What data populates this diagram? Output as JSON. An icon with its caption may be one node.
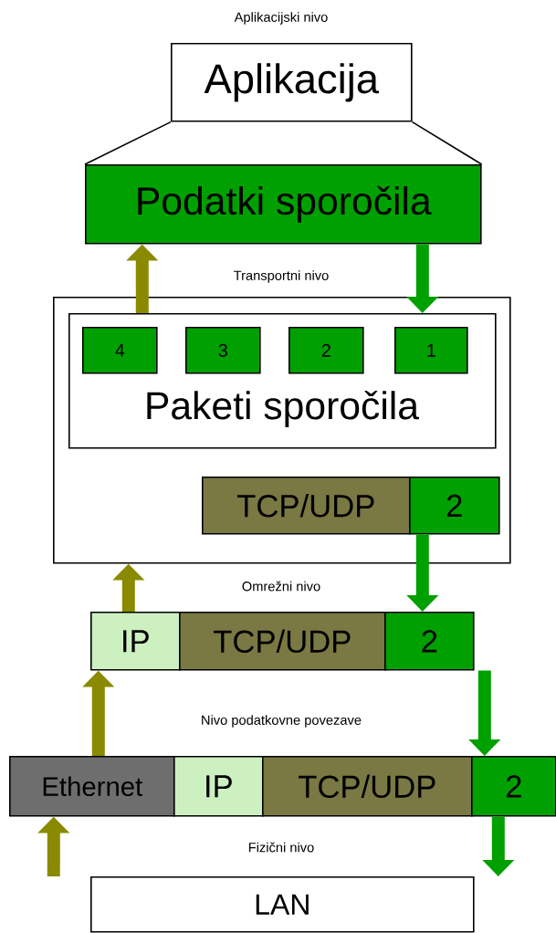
{
  "diagram": {
    "nodes": [
      {
        "text": [
          "Aplikacija"
        ]
      },
      {
        "text": [
          "Podatki sporočila"
        ]
      },
      {
        "text": [],
        "shape": "box"
      },
      {
        "text": [
          "Paketi sporočila"
        ],
        "in": 2
      },
      {
        "text": [
          "4"
        ],
        "in": 3
      },
      {
        "text": [
          "3"
        ],
        "in": 3
      },
      {
        "text": [
          "2"
        ],
        "in": 3
      },
      {
        "text": [
          "1"
        ],
        "in": 3
      },
      {
        "text": [
          "TCP/UDP"
        ],
        "in": 2
      },
      {
        "text": [
          "2"
        ],
        "in": 2
      },
      {
        "text": [
          "IP"
        ]
      },
      {
        "text": [
          "TCP/UDP"
        ]
      },
      {
        "text": [
          "2"
        ]
      },
      {
        "text": [
          "Ethernet"
        ]
      },
      {
        "text": [
          "IP"
        ]
      },
      {
        "text": [
          "TCP/UDP"
        ]
      },
      {
        "text": [
          "2"
        ]
      },
      {
        "text": [
          "LAN"
        ]
      }
    ],
    "edges": [
      {
        "from": 0,
        "to": 1,
        "arrow": "none",
        "color": "#000000"
      },
      {
        "from": 0,
        "to": 1,
        "arrow": "none",
        "color": "#000000"
      },
      {
        "from": 3,
        "to": 1,
        "arrow": "to",
        "color": "#8a8a00"
      },
      {
        "from": 1,
        "to": 3,
        "arrow": "to",
        "color": "#00a000"
      },
      {
        "from": 10,
        "to": 2,
        "arrow": "to",
        "color": "#8a8a00"
      },
      {
        "from": 9,
        "to": 12,
        "arrow": "to",
        "color": "#00a000"
      },
      {
        "from": 13,
        "to": 10,
        "arrow": "to",
        "color": "#8a8a00"
      },
      {
        "from": 12,
        "to": 16,
        "arrow": "to",
        "color": "#00a000"
      },
      {
        "from": 17,
        "to": 13,
        "arrow": "to",
        "color": "#8a8a00"
      },
      {
        "from": 16,
        "to": 17,
        "arrow": "to",
        "color": "#00a000"
      }
    ],
    "labels": [
      "Aplikacijski nivo",
      "Transportni nivo",
      "Omrežni nivo",
      "Nivo podatkovne povezave",
      "Fizični nivo"
    ]
  }
}
